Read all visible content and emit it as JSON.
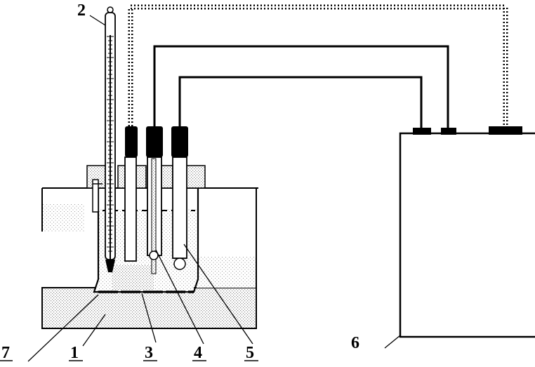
{
  "labels": {
    "thermometer": "2",
    "vessel_bottom": "1",
    "electrolyte": "3",
    "inner_electrode": "4",
    "right_electrode": "5",
    "instrument": "6",
    "membrane": "7"
  },
  "colors": {
    "ink": "#000000",
    "stipple": "#9a9a9a",
    "background": "#ffffff"
  }
}
